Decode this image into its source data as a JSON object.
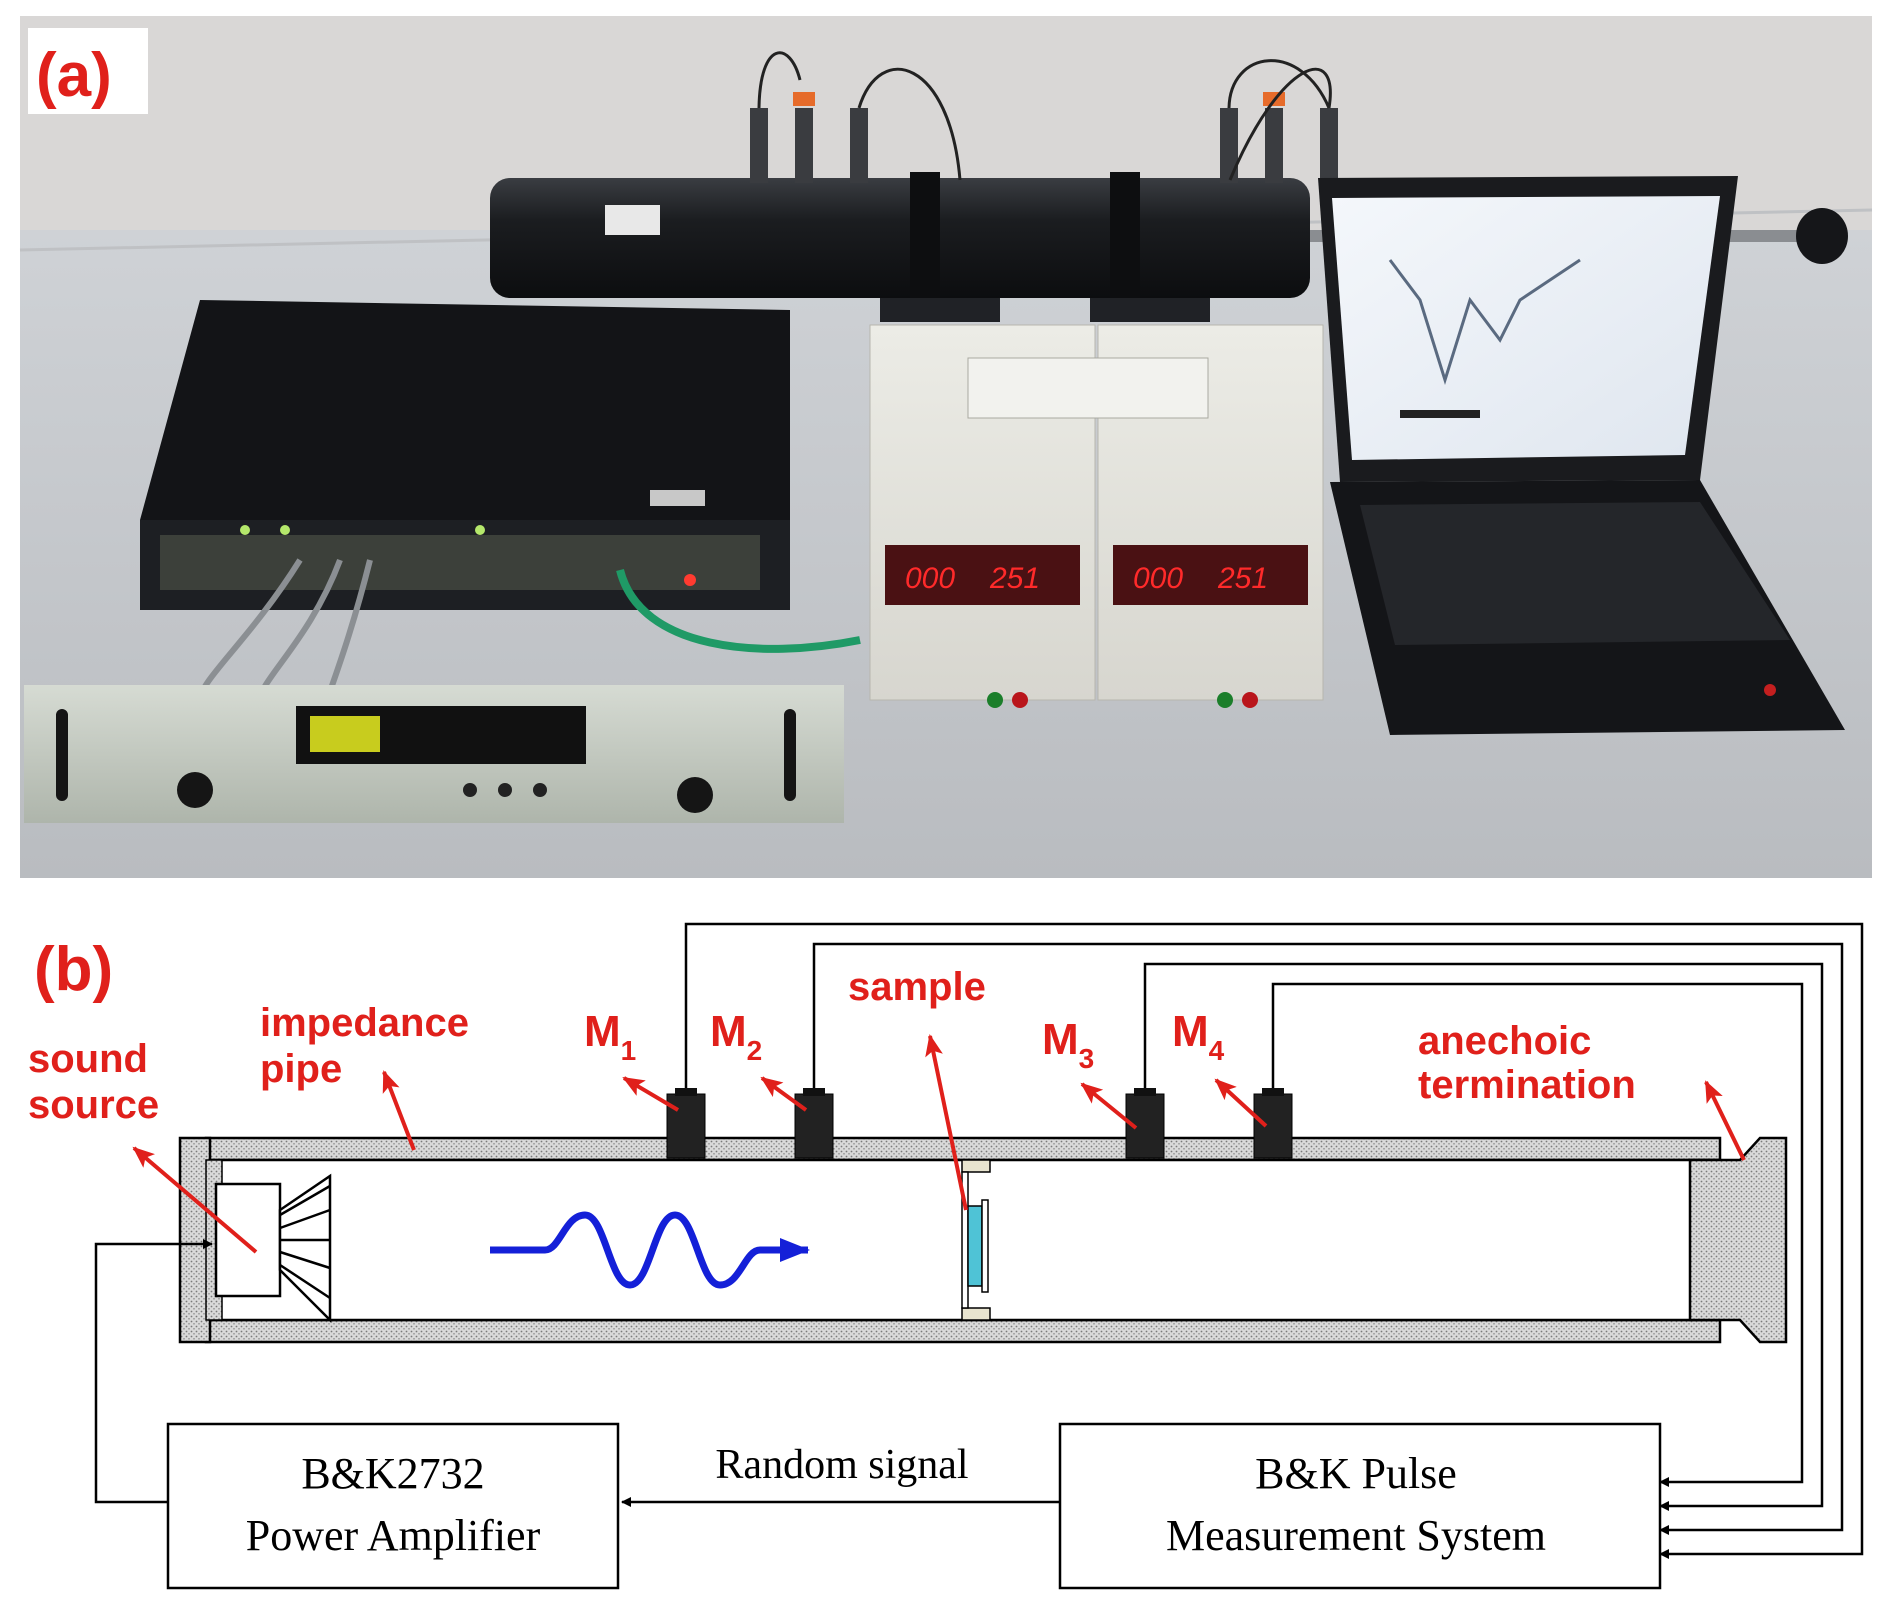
{
  "panel_a": {
    "label": "(a)",
    "psu_displays": [
      {
        "left": "000",
        "right": "251"
      },
      {
        "left": "000",
        "right": "251"
      }
    ]
  },
  "panel_b": {
    "label": "(b)",
    "labels": {
      "sound_source_line1": "sound",
      "sound_source_line2": "source",
      "impedance_pipe_line1": "impedance",
      "impedance_pipe_line2": "pipe",
      "sample": "sample",
      "anechoic_line1": "anechoic",
      "anechoic_line2": "termination"
    },
    "microphones": [
      {
        "name": "M",
        "subscript": "1"
      },
      {
        "name": "M",
        "subscript": "2"
      },
      {
        "name": "M",
        "subscript": "3"
      },
      {
        "name": "M",
        "subscript": "4"
      }
    ],
    "amplifier": {
      "line1": "B&K2732",
      "line2": "Power Amplifier"
    },
    "pulse": {
      "line1": "B&K Pulse",
      "line2": "Measurement System"
    },
    "signal_label": "Random signal"
  },
  "colors": {
    "annotation_red": "#e0201b",
    "wave_blue": "#1420d8",
    "sample_cyan": "#4fc3d6",
    "pipe_hatch": "#9a9a9a"
  }
}
